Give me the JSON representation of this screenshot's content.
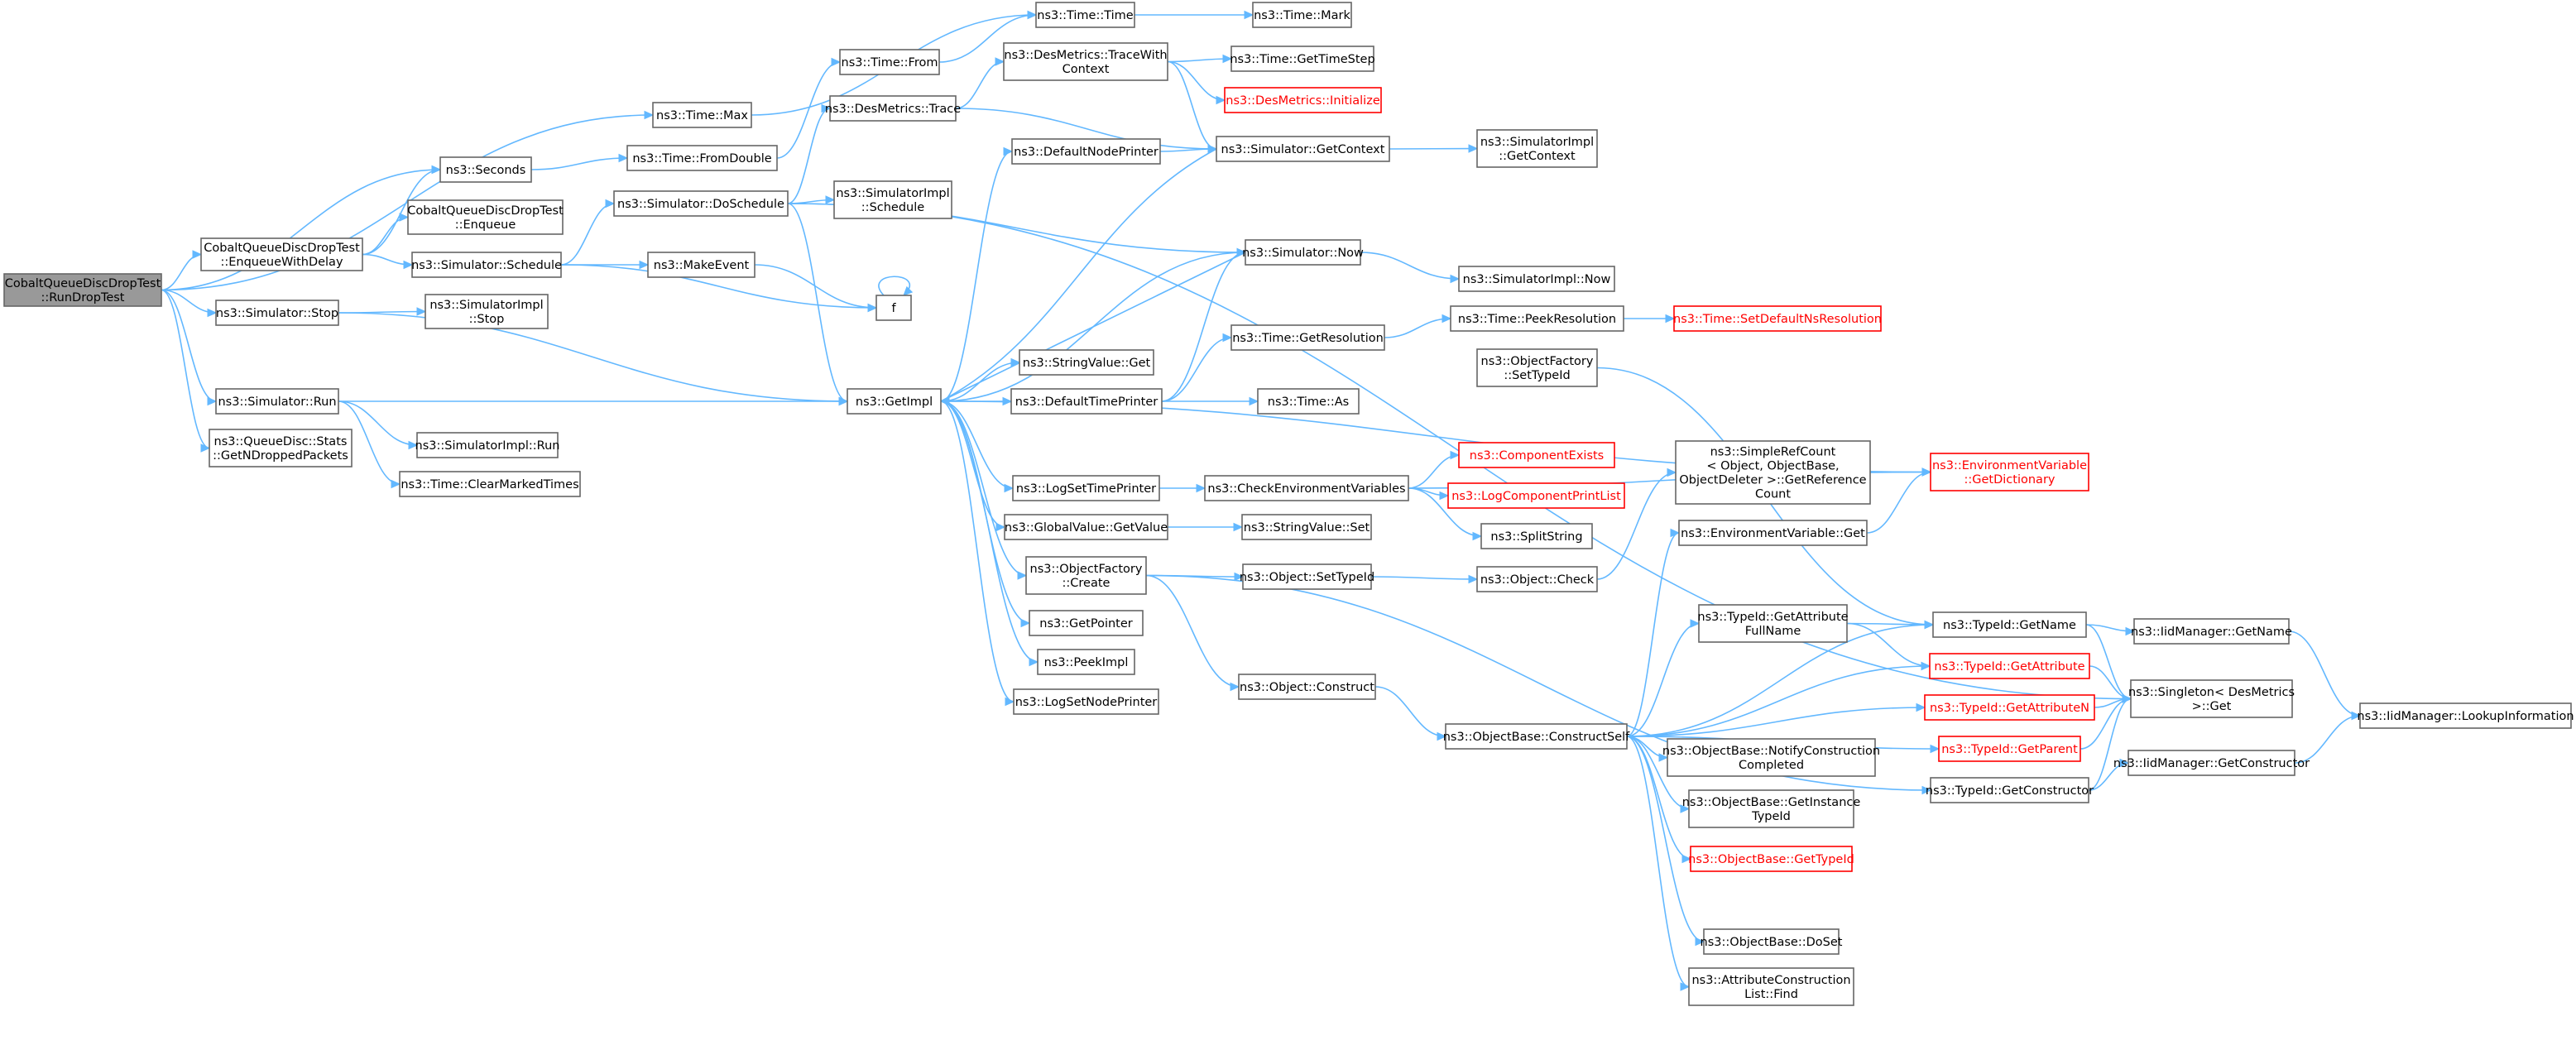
{
  "colors": {
    "edge": "#63b8ff",
    "node_border": "#666666",
    "root_fill": "#999999",
    "warning": "#ff0000",
    "background": "#ffffff"
  },
  "nodes": [
    {
      "id": "root",
      "lines": [
        "CobaltQueueDiscDropTest",
        "::RunDropTest"
      ],
      "style": "root"
    },
    {
      "id": "enq_delay",
      "lines": [
        "CobaltQueueDiscDropTest",
        "::EnqueueWithDelay"
      ]
    },
    {
      "id": "sim_stop",
      "lines": [
        "ns3::Simulator::Stop"
      ]
    },
    {
      "id": "sim_run",
      "lines": [
        "ns3::Simulator::Run"
      ]
    },
    {
      "id": "qd_stats",
      "lines": [
        "ns3::QueueDisc::Stats",
        "::GetNDroppedPackets"
      ]
    },
    {
      "id": "time_max",
      "lines": [
        "ns3::Time::Max"
      ]
    },
    {
      "id": "seconds",
      "lines": [
        "ns3::Seconds"
      ]
    },
    {
      "id": "enqueue",
      "lines": [
        "CobaltQueueDiscDropTest",
        "::Enqueue"
      ]
    },
    {
      "id": "sim_schedule",
      "lines": [
        "ns3::Simulator::Schedule"
      ]
    },
    {
      "id": "simimpl_stop",
      "lines": [
        "ns3::SimulatorImpl",
        "::Stop"
      ]
    },
    {
      "id": "getimpl",
      "lines": [
        "ns3::GetImpl"
      ]
    },
    {
      "id": "simimpl_run",
      "lines": [
        "ns3::SimulatorImpl::Run"
      ]
    },
    {
      "id": "clear_marked",
      "lines": [
        "ns3::Time::ClearMarkedTimes"
      ]
    },
    {
      "id": "time_time",
      "lines": [
        "ns3::Time::Time"
      ]
    },
    {
      "id": "time_mark",
      "lines": [
        "ns3::Time::Mark"
      ]
    },
    {
      "id": "time_from",
      "lines": [
        "ns3::Time::From"
      ]
    },
    {
      "id": "time_fromdouble",
      "lines": [
        "ns3::Time::FromDouble"
      ]
    },
    {
      "id": "des_tracewith",
      "lines": [
        "ns3::DesMetrics::TraceWith",
        "Context"
      ]
    },
    {
      "id": "time_gettimestep",
      "lines": [
        "ns3::Time::GetTimeStep"
      ]
    },
    {
      "id": "des_initialize",
      "lines": [
        "ns3::DesMetrics::Initialize"
      ],
      "style": "red"
    },
    {
      "id": "des_trace",
      "lines": [
        "ns3::DesMetrics::Trace"
      ]
    },
    {
      "id": "sim_doschedule",
      "lines": [
        "ns3::Simulator::DoSchedule"
      ]
    },
    {
      "id": "simimpl_schedule",
      "lines": [
        "ns3::SimulatorImpl",
        "::Schedule"
      ]
    },
    {
      "id": "default_nodeprinter",
      "lines": [
        "ns3::DefaultNodePrinter"
      ]
    },
    {
      "id": "sim_getcontext",
      "lines": [
        "ns3::Simulator::GetContext"
      ]
    },
    {
      "id": "simimpl_getcontext",
      "lines": [
        "ns3::SimulatorImpl",
        "::GetContext"
      ]
    },
    {
      "id": "makeevent",
      "lines": [
        "ns3::MakeEvent"
      ]
    },
    {
      "id": "f",
      "lines": [
        "f"
      ]
    },
    {
      "id": "sim_now",
      "lines": [
        "ns3::Simulator::Now"
      ]
    },
    {
      "id": "simimpl_now",
      "lines": [
        "ns3::SimulatorImpl::Now"
      ]
    },
    {
      "id": "time_peekres",
      "lines": [
        "ns3::Time::PeekResolution"
      ]
    },
    {
      "id": "time_setdefault",
      "lines": [
        "ns3::Time::SetDefaultNsResolution"
      ],
      "style": "red"
    },
    {
      "id": "time_getres",
      "lines": [
        "ns3::Time::GetResolution"
      ]
    },
    {
      "id": "stringvalue_get",
      "lines": [
        "ns3::StringValue::Get"
      ]
    },
    {
      "id": "default_timeprinter",
      "lines": [
        "ns3::DefaultTimePrinter"
      ]
    },
    {
      "id": "time_as",
      "lines": [
        "ns3::Time::As"
      ]
    },
    {
      "id": "objfactory_settypeid",
      "lines": [
        "ns3::ObjectFactory",
        "::SetTypeId"
      ]
    },
    {
      "id": "envvar_getdict",
      "lines": [
        "ns3::EnvironmentVariable",
        "::GetDictionary"
      ],
      "style": "red"
    },
    {
      "id": "component_exists",
      "lines": [
        "ns3::ComponentExists"
      ],
      "style": "red"
    },
    {
      "id": "simplerefcount",
      "lines": [
        "ns3::SimpleRefCount",
        "< Object, ObjectBase,",
        "ObjectDeleter >::GetReference",
        "Count"
      ]
    },
    {
      "id": "logsettimeprinter",
      "lines": [
        "ns3::LogSetTimePrinter"
      ]
    },
    {
      "id": "check_envvars",
      "lines": [
        "ns3::CheckEnvironmentVariables"
      ]
    },
    {
      "id": "logcomp_printlist",
      "lines": [
        "ns3::LogComponentPrintList"
      ],
      "style": "red"
    },
    {
      "id": "splitstring",
      "lines": [
        "ns3::SplitString"
      ]
    },
    {
      "id": "envvar_get",
      "lines": [
        "ns3::EnvironmentVariable::Get"
      ]
    },
    {
      "id": "globalvalue_getvalue",
      "lines": [
        "ns3::GlobalValue::GetValue"
      ]
    },
    {
      "id": "stringvalue_set",
      "lines": [
        "ns3::StringValue::Set"
      ]
    },
    {
      "id": "objfactory_create",
      "lines": [
        "ns3::ObjectFactory",
        "::Create"
      ]
    },
    {
      "id": "object_settypeid",
      "lines": [
        "ns3::Object::SetTypeId"
      ]
    },
    {
      "id": "object_check",
      "lines": [
        "ns3::Object::Check"
      ]
    },
    {
      "id": "getpointer",
      "lines": [
        "ns3::GetPointer"
      ]
    },
    {
      "id": "typeid_getattrfullname",
      "lines": [
        "ns3::TypeId::GetAttribute",
        "FullName"
      ]
    },
    {
      "id": "typeid_getname",
      "lines": [
        "ns3::TypeId::GetName"
      ]
    },
    {
      "id": "iidmanager_getname",
      "lines": [
        "ns3::IidManager::GetName"
      ]
    },
    {
      "id": "peekimpl",
      "lines": [
        "ns3::PeekImpl"
      ]
    },
    {
      "id": "typeid_getattribute",
      "lines": [
        "ns3::TypeId::GetAttribute"
      ],
      "style": "red"
    },
    {
      "id": "object_construct",
      "lines": [
        "ns3::Object::Construct"
      ]
    },
    {
      "id": "singleton_get",
      "lines": [
        "ns3::Singleton< DesMetrics",
        ">::Get"
      ]
    },
    {
      "id": "logsetnodeprinter",
      "lines": [
        "ns3::LogSetNodePrinter"
      ]
    },
    {
      "id": "objbase_constructself",
      "lines": [
        "ns3::ObjectBase::ConstructSelf"
      ]
    },
    {
      "id": "typeid_getattributen",
      "lines": [
        "ns3::TypeId::GetAttributeN"
      ],
      "style": "red"
    },
    {
      "id": "iidmanager_lookupinfo",
      "lines": [
        "ns3::IidManager::LookupInformation"
      ]
    },
    {
      "id": "objbase_notify",
      "lines": [
        "ns3::ObjectBase::NotifyConstruction",
        "Completed"
      ]
    },
    {
      "id": "typeid_getparent",
      "lines": [
        "ns3::TypeId::GetParent"
      ],
      "style": "red"
    },
    {
      "id": "iidmanager_getconstructor",
      "lines": [
        "ns3::IidManager::GetConstructor"
      ]
    },
    {
      "id": "typeid_getconstructor",
      "lines": [
        "ns3::TypeId::GetConstructor"
      ]
    },
    {
      "id": "objbase_getinstance",
      "lines": [
        "ns3::ObjectBase::GetInstance",
        "TypeId"
      ]
    },
    {
      "id": "objbase_gettypeid",
      "lines": [
        "ns3::ObjectBase::GetTypeId"
      ],
      "style": "red"
    },
    {
      "id": "objbase_doset",
      "lines": [
        "ns3::ObjectBase::DoSet"
      ]
    },
    {
      "id": "attr_construction",
      "lines": [
        "ns3::AttributeConstruction",
        "List::Find"
      ]
    }
  ],
  "edges": [
    [
      "root",
      "time_max"
    ],
    [
      "root",
      "seconds"
    ],
    [
      "root",
      "enq_delay"
    ],
    [
      "root",
      "sim_stop"
    ],
    [
      "root",
      "sim_run"
    ],
    [
      "root",
      "qd_stats"
    ],
    [
      "enq_delay",
      "seconds"
    ],
    [
      "enq_delay",
      "enqueue"
    ],
    [
      "enq_delay",
      "sim_schedule"
    ],
    [
      "sim_stop",
      "simimpl_stop"
    ],
    [
      "sim_stop",
      "getimpl"
    ],
    [
      "sim_run",
      "getimpl"
    ],
    [
      "sim_run",
      "simimpl_run"
    ],
    [
      "sim_run",
      "clear_marked"
    ],
    [
      "time_max",
      "time_time"
    ],
    [
      "seconds",
      "time_fromdouble"
    ],
    [
      "sim_schedule",
      "sim_doschedule"
    ],
    [
      "sim_schedule",
      "makeevent"
    ],
    [
      "sim_schedule",
      "f"
    ],
    [
      "time_fromdouble",
      "time_from"
    ],
    [
      "time_from",
      "time_time"
    ],
    [
      "time_time",
      "time_mark"
    ],
    [
      "sim_doschedule",
      "des_trace"
    ],
    [
      "sim_doschedule",
      "simimpl_schedule"
    ],
    [
      "sim_doschedule",
      "getimpl"
    ],
    [
      "sim_doschedule",
      "sim_now"
    ],
    [
      "sim_doschedule",
      "singleton_get"
    ],
    [
      "des_trace",
      "des_tracewith"
    ],
    [
      "des_trace",
      "sim_getcontext"
    ],
    [
      "des_tracewith",
      "time_gettimestep"
    ],
    [
      "des_tracewith",
      "des_initialize"
    ],
    [
      "des_tracewith",
      "sim_getcontext"
    ],
    [
      "makeevent",
      "f"
    ],
    [
      "f",
      "f"
    ],
    [
      "sim_getcontext",
      "getimpl"
    ],
    [
      "sim_getcontext",
      "simimpl_getcontext"
    ],
    [
      "getimpl",
      "default_nodeprinter"
    ],
    [
      "getimpl",
      "sim_now"
    ],
    [
      "getimpl",
      "stringvalue_get"
    ],
    [
      "getimpl",
      "default_timeprinter"
    ],
    [
      "getimpl",
      "envvar_getdict"
    ],
    [
      "getimpl",
      "logsettimeprinter"
    ],
    [
      "getimpl",
      "globalvalue_getvalue"
    ],
    [
      "getimpl",
      "objfactory_create"
    ],
    [
      "getimpl",
      "getpointer"
    ],
    [
      "getimpl",
      "peekimpl"
    ],
    [
      "getimpl",
      "logsetnodeprinter"
    ],
    [
      "default_nodeprinter",
      "sim_getcontext"
    ],
    [
      "sim_now",
      "getimpl"
    ],
    [
      "sim_now",
      "simimpl_now"
    ],
    [
      "default_timeprinter",
      "time_getres"
    ],
    [
      "default_timeprinter",
      "sim_now"
    ],
    [
      "default_timeprinter",
      "time_as"
    ],
    [
      "time_getres",
      "time_peekres"
    ],
    [
      "time_peekres",
      "time_setdefault"
    ],
    [
      "logsettimeprinter",
      "check_envvars"
    ],
    [
      "check_envvars",
      "component_exists"
    ],
    [
      "check_envvars",
      "logcomp_printlist"
    ],
    [
      "check_envvars",
      "splitstring"
    ],
    [
      "check_envvars",
      "envvar_getdict"
    ],
    [
      "globalvalue_getvalue",
      "stringvalue_set"
    ],
    [
      "objfactory_create",
      "object_settypeid"
    ],
    [
      "objfactory_create",
      "object_construct"
    ],
    [
      "objfactory_create",
      "typeid_getconstructor"
    ],
    [
      "object_settypeid",
      "object_check"
    ],
    [
      "object_check",
      "simplerefcount"
    ],
    [
      "objfactory_settypeid",
      "typeid_getname"
    ],
    [
      "object_construct",
      "objbase_constructself"
    ],
    [
      "objbase_constructself",
      "envvar_get"
    ],
    [
      "objbase_constructself",
      "typeid_getattrfullname"
    ],
    [
      "objbase_constructself",
      "typeid_getname"
    ],
    [
      "objbase_constructself",
      "typeid_getattribute"
    ],
    [
      "objbase_constructself",
      "typeid_getattributen"
    ],
    [
      "objbase_constructself",
      "objbase_notify"
    ],
    [
      "objbase_constructself",
      "objbase_getinstance"
    ],
    [
      "objbase_constructself",
      "objbase_gettypeid"
    ],
    [
      "objbase_constructself",
      "typeid_getparent"
    ],
    [
      "objbase_constructself",
      "objbase_doset"
    ],
    [
      "objbase_constructself",
      "attr_construction"
    ],
    [
      "envvar_get",
      "envvar_getdict"
    ],
    [
      "typeid_getattrfullname",
      "typeid_getname"
    ],
    [
      "typeid_getattrfullname",
      "typeid_getattribute"
    ],
    [
      "typeid_getname",
      "iidmanager_getname"
    ],
    [
      "typeid_getname",
      "singleton_get"
    ],
    [
      "typeid_getattribute",
      "singleton_get"
    ],
    [
      "typeid_getattributen",
      "singleton_get"
    ],
    [
      "typeid_getparent",
      "singleton_get"
    ],
    [
      "iidmanager_getname",
      "iidmanager_lookupinfo"
    ],
    [
      "typeid_getconstructor",
      "iidmanager_getconstructor"
    ],
    [
      "typeid_getconstructor",
      "singleton_get"
    ],
    [
      "iidmanager_getconstructor",
      "iidmanager_lookupinfo"
    ]
  ]
}
